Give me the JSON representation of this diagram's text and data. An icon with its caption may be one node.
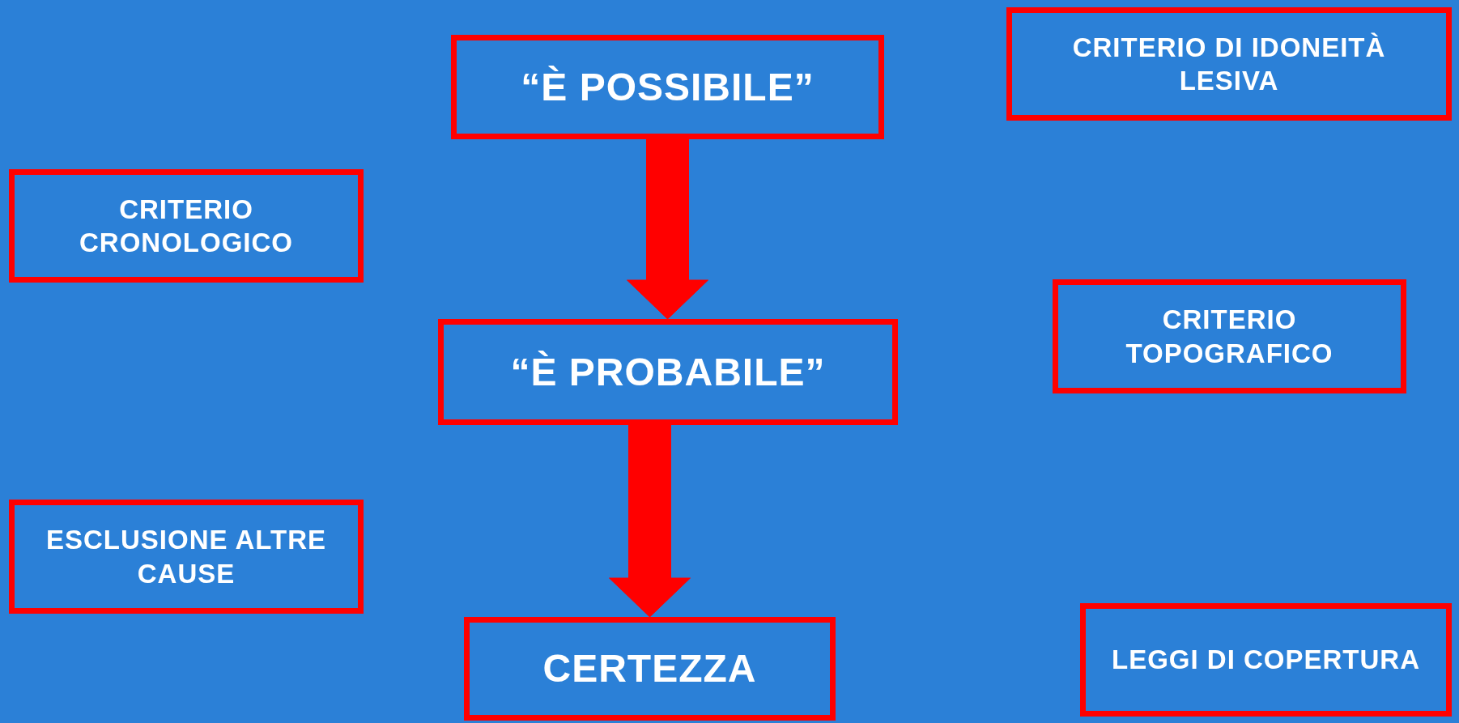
{
  "diagram": {
    "nodes": [
      {
        "text": [
          "“È POSSIBILE”"
        ]
      },
      {
        "text": [
          "“È PROBABILE”"
        ]
      },
      {
        "text": [
          "CERTEZZA"
        ]
      },
      {
        "text": [
          "CRITERIO DI IDONEITÀ LESIVA"
        ]
      },
      {
        "text": [
          "CRITERIO CRONOLOGICO"
        ]
      },
      {
        "text": [
          "CRITERIO TOPOGRAFICO"
        ]
      },
      {
        "text": [
          "ESCLUSIONE ALTRE CAUSE"
        ]
      },
      {
        "text": [
          "LEGGI DI COPERTURA"
        ]
      }
    ],
    "edges": [
      {
        "from": 0,
        "to": 1,
        "arrow": "to"
      },
      {
        "from": 1,
        "to": 2,
        "arrow": "to"
      }
    ]
  }
}
